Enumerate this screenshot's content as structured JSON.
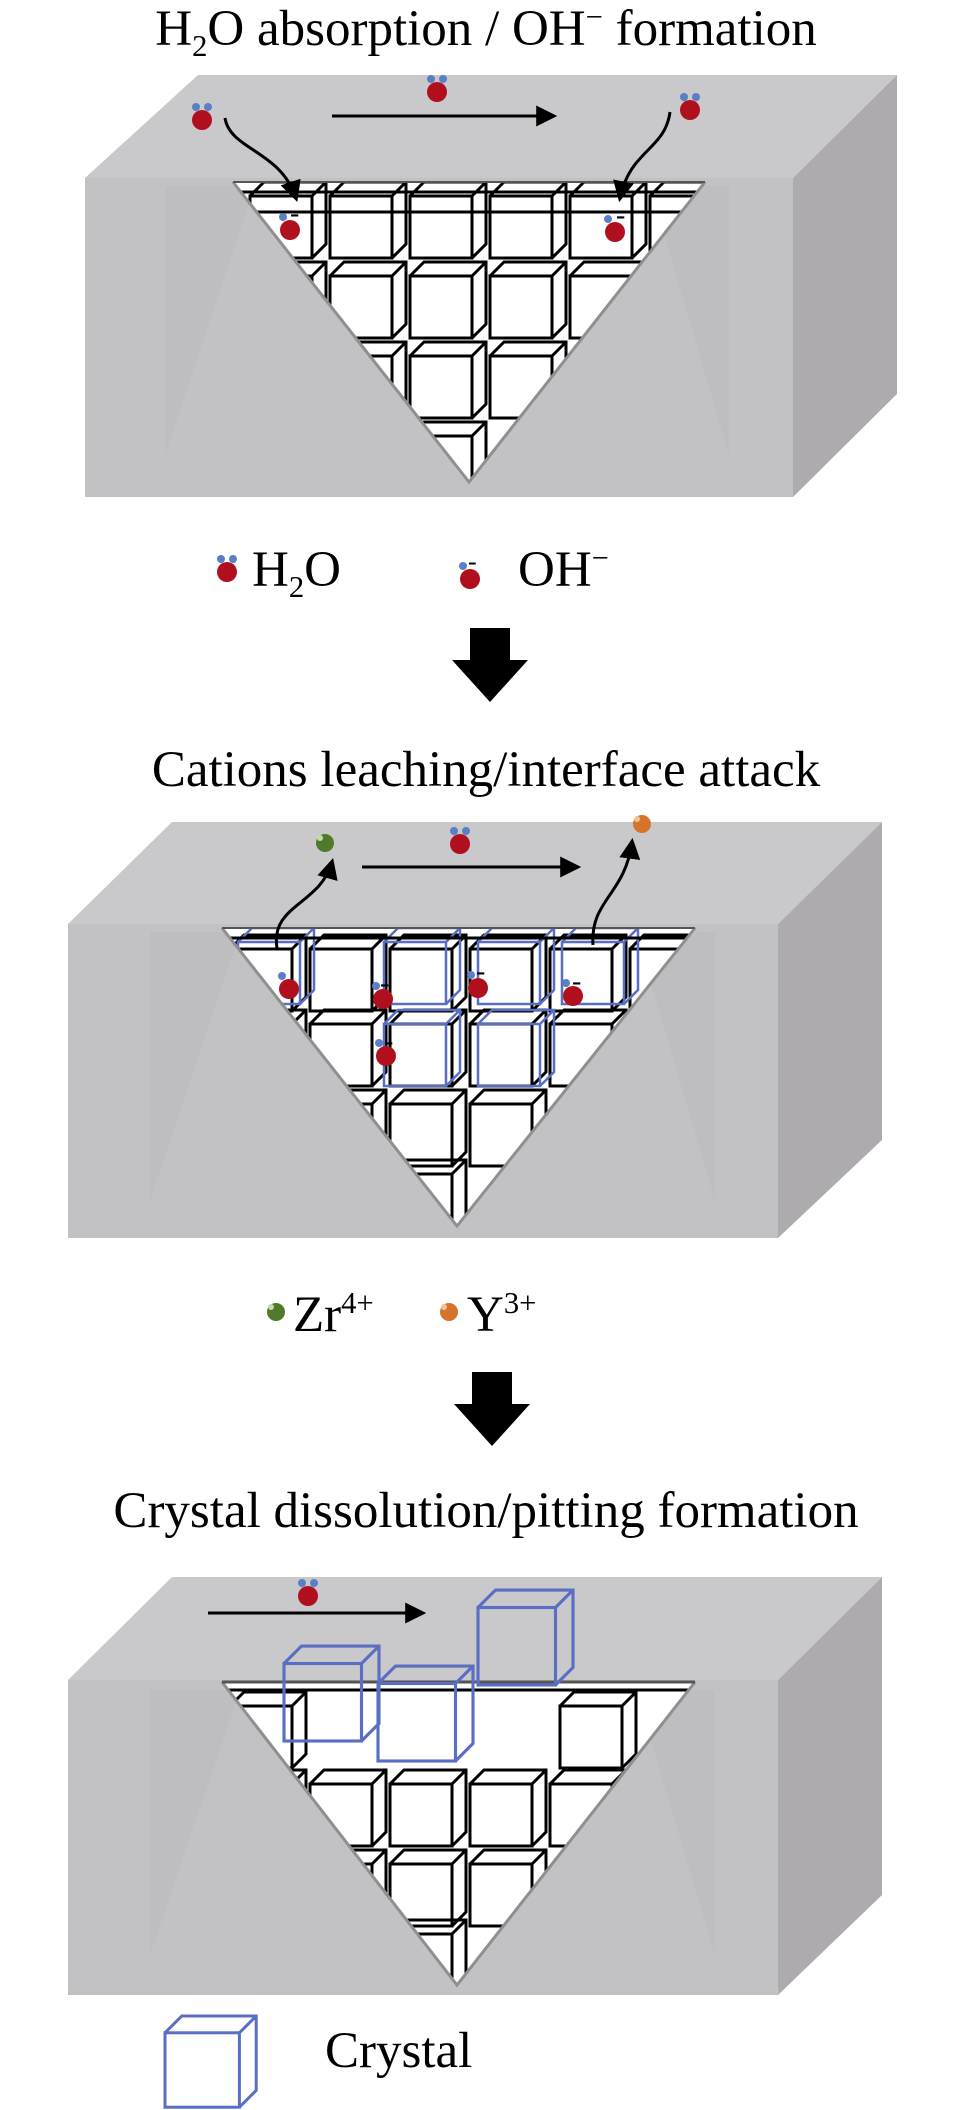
{
  "titles": {
    "stage1_prefix": "H",
    "stage1_sub": "2",
    "stage1_mid": "O absorption / OH",
    "stage1_sup": "−",
    "stage1_suffix": " formation",
    "stage2": "Cations leaching/interface attack",
    "stage3": "Crystal dissolution/pitting formation"
  },
  "legend1": {
    "water_prefix": "H",
    "water_sub": "2",
    "water_suffix": "O",
    "hydroxide_prefix": "OH",
    "hydroxide_sup": "−"
  },
  "legend2": {
    "zr_prefix": "Zr",
    "zr_sup": "4+",
    "y_prefix": "Y",
    "y_sup": "3+"
  },
  "legend3": {
    "crystal": "Crystal"
  },
  "ion_minus": "-",
  "colors": {
    "block_top": "#c9c8ca",
    "block_front": "#c2c1c3",
    "block_side": "#adabae",
    "water_o": "#b0101e",
    "water_h": "#5a7fc6",
    "zr": "#4f7a2a",
    "y": "#d7742c",
    "crystal": "#5a6fc4"
  }
}
